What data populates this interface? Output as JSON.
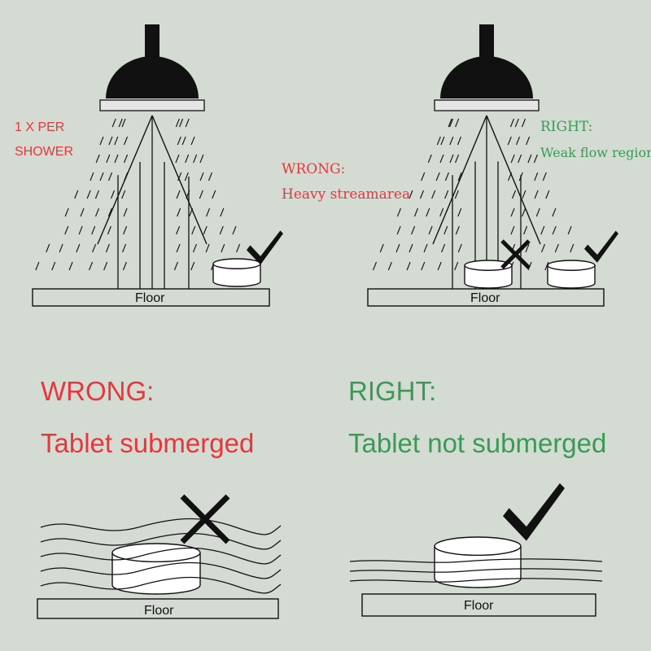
{
  "colors": {
    "background": "#d3dbd3",
    "wrong": "#e8363c",
    "right": "#3a9a56",
    "ink": "#111111",
    "tablet": "#ffffff"
  },
  "panel_top_left": {
    "frequency_line1": "1 X PER",
    "frequency_line2": "SHOWER",
    "floor": "Floor",
    "mark_icon": "check-icon"
  },
  "panel_top_right": {
    "wrong_title": "WRONG:",
    "wrong_text": "Heavy streamarea",
    "right_title": "RIGHT:",
    "right_text": "Weak flow region",
    "floor": "Floor",
    "wrong_mark_icon": "cross-icon",
    "right_mark_icon": "check-icon"
  },
  "panel_bottom_left": {
    "title": "WRONG:",
    "caption": "Tablet submerged",
    "floor": "Floor",
    "mark_icon": "cross-icon"
  },
  "panel_bottom_right": {
    "title": "RIGHT:",
    "caption": "Tablet not submerged",
    "floor": "Floor",
    "mark_icon": "check-icon"
  }
}
